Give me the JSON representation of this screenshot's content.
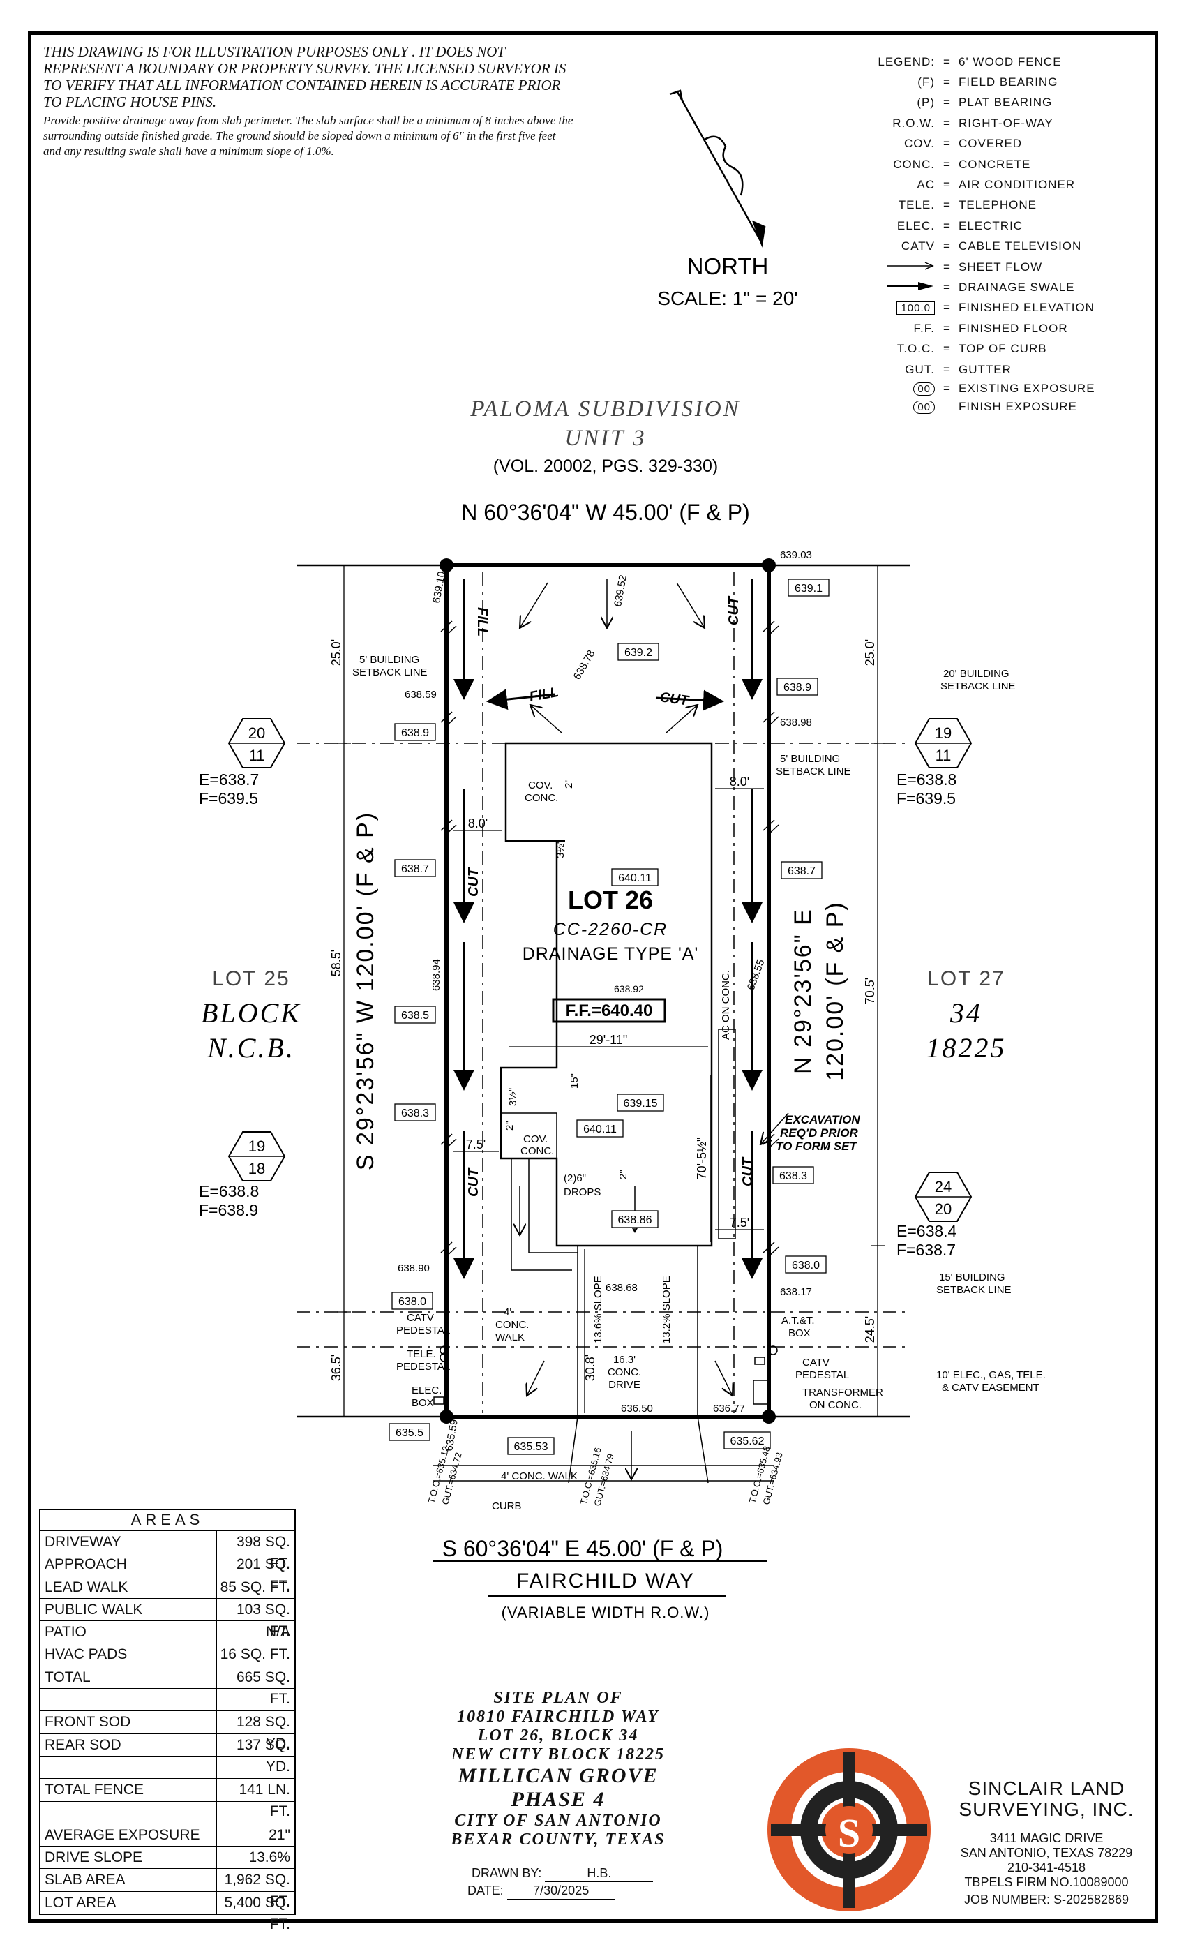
{
  "disclaimer": {
    "caps": "This drawing is for illustration purposes only . It does not represent a boundary or property survey. The licensed surveyor is to verify that all information contained herein is accurate prior to placing house pins.",
    "drainage": "Provide positive drainage away from slab perimeter. The slab surface shall be a minimum of 8 inches above the surrounding outside finished grade. The ground should be sloped down a minimum of 6\" in the first five feet and any resulting swale shall have a minimum slope of 1.0%."
  },
  "north": {
    "label": "NORTH",
    "scale": "SCALE: 1\" = 20'"
  },
  "legend": {
    "title": "LEGEND:",
    "items": [
      {
        "sym": "\\\\",
        "desc": "6' WOOD FENCE"
      },
      {
        "sym": "(F)",
        "desc": "FIELD BEARING"
      },
      {
        "sym": "(P)",
        "desc": "PLAT BEARING"
      },
      {
        "sym": "R.O.W.",
        "desc": "RIGHT-OF-WAY"
      },
      {
        "sym": "COV.",
        "desc": "COVERED"
      },
      {
        "sym": "CONC.",
        "desc": "CONCRETE"
      },
      {
        "sym": "AC",
        "desc": "AIR CONDITIONER"
      },
      {
        "sym": "TELE.",
        "desc": "TELEPHONE"
      },
      {
        "sym": "ELEC.",
        "desc": "ELECTRIC"
      },
      {
        "sym": "CATV",
        "desc": "CABLE TELEVISION"
      },
      {
        "sym": "",
        "desc": "SHEET FLOW"
      },
      {
        "sym": "",
        "desc": "DRAINAGE SWALE"
      },
      {
        "sym": "100.0",
        "desc": "FINISHED ELEVATION"
      },
      {
        "sym": "F.F.",
        "desc": "FINISHED FLOOR"
      },
      {
        "sym": "T.O.C.",
        "desc": "TOP OF CURB"
      },
      {
        "sym": "GUT.",
        "desc": "GUTTER"
      },
      {
        "sym": "00",
        "desc": "EXISTING EXPOSURE"
      },
      {
        "sym": "00",
        "desc": "FINISH EXPOSURE"
      }
    ]
  },
  "subdivision": {
    "name": "PALOMA SUBDIVISION",
    "unit": "UNIT 3",
    "ref": "(VOL. 20002, PGS. 329-330)"
  },
  "bearings": {
    "north": "N 60°36'04\" W 45.00' (F & P)",
    "south": "S 60°36'04\" E 45.00' (F & P)",
    "west": "S 29°23'56\" W 120.00' (F & P)",
    "east_1": "N 29°23'56\" E",
    "east_2": "120.00' (F & P)"
  },
  "lot": {
    "name": "LOT 26",
    "code": "CC-2260-CR",
    "drainage": "DRAINAGE TYPE 'A'",
    "ff": "F.F.=640.40",
    "ff_pt": "638.92"
  },
  "neighbors": {
    "left_lot": "LOT 25",
    "left_block": "BLOCK",
    "left_ncb": "N.C.B.",
    "right_lot": "LOT 27",
    "right_block": "34",
    "right_ncb": "18225"
  },
  "exposures": [
    {
      "top": "20",
      "bottom": "11",
      "e": "E=638.7",
      "f": "F=639.5"
    },
    {
      "top": "19",
      "bottom": "11",
      "e": "E=638.8",
      "f": "F=639.5"
    },
    {
      "top": "19",
      "bottom": "18",
      "e": "E=638.8",
      "f": "F=638.9"
    },
    {
      "top": "24",
      "bottom": "20",
      "e": "E=638.4",
      "f": "F=638.7"
    }
  ],
  "elevations_boxed": [
    "639.1",
    "639.2",
    "638.9",
    "638.9",
    "638.7",
    "638.7",
    "640.11",
    "638.5",
    "638.3",
    "639.15",
    "640.11",
    "638.86",
    "638.3",
    "638.0",
    "638.0",
    "635.5",
    "635.53",
    "635.62"
  ],
  "elevations_plain": [
    "639.03",
    "639.10",
    "639.52",
    "638.78",
    "638.59",
    "638.98",
    "638.94",
    "638.55",
    "638.90",
    "638.68",
    "638.17",
    "636.50",
    "636.77",
    "635.59"
  ],
  "labels": {
    "bsl5_left": "5' BUILDING",
    "bsl5_left2": "SETBACK LINE",
    "bsl20": "20' BUILDING",
    "bsl20b": "SETBACK LINE",
    "bsl5_right": "5' BUILDING",
    "bsl5_right2": "SETBACK LINE",
    "bsl15": "15' BUILDING",
    "bsl15b": "SETBACK LINE",
    "easement1": "10' ELEC., GAS, TELE.",
    "easement2": "& CATV EASEMENT",
    "cov1": "COV.",
    "conc1": "CONC.",
    "cov2": "COV.",
    "conc2": "CONC.",
    "drops1": "(2)6\"",
    "drops2": "DROPS",
    "ac": "AC ON CONC.",
    "excav1": "EXCAVATION",
    "excav2": "REQ'D PRIOR",
    "excav3": "TO FORM SET",
    "catv_l1": "CATV",
    "catv_l2": "PEDESTAL",
    "tele1": "TELE.",
    "tele2": "PEDESTAL",
    "elec1": "ELEC.",
    "elec2": "BOX",
    "walk1": "4'",
    "walk2": "CONC.",
    "walk3": "WALK",
    "att1": "A.T.&T.",
    "att2": "BOX",
    "catv_r1": "CATV",
    "catv_r2": "PEDESTAL",
    "trans1": "TRANSFORMER",
    "trans2": "ON CONC.",
    "drive1": "16.3'",
    "drive2": "CONC.",
    "drive3": "DRIVE",
    "slope1": "13.6% SLOPE",
    "slope2": "13.2% SLOPE",
    "front_walk": "4' CONC. WALK",
    "curb": "CURB",
    "fill": "FILL",
    "cut": "CUT",
    "street": "FAIRCHILD WAY",
    "row": "(VARIABLE WIDTH R.O.W.)",
    "toc_l": "T.O.C.=635.12",
    "gut_l": "GUT.=634.72",
    "toc_m": "T.O.C.=635.16",
    "gut_m": "GUT.=634.79",
    "toc_r": "T.O.C.=635.48",
    "gut_r": "GUT.=634.93"
  },
  "dims": {
    "left_25": "25.0'",
    "left_585": "58.5'",
    "left_365": "36.5'",
    "right_25": "25.0'",
    "right_705": "70.5'",
    "right_245": "24.5'",
    "w_8a": "8.0'",
    "w_8b": "8.0'",
    "w_75a": "7.5'",
    "w_75b": "7.5'",
    "house_w": "29'-11\"",
    "house_d": "70'-5½\"",
    "drive_d": "30.8'",
    "d_2a": "2\"",
    "d_2b": "2\"",
    "d_2c": "2\"",
    "d_15": "15\"",
    "d_35a": "3½\"",
    "d_35b": "3½\""
  },
  "areas": {
    "title": "AREAS",
    "rows": [
      {
        "k": "DRIVEWAY",
        "v": "398 SQ. FT."
      },
      {
        "k": "APPROACH",
        "v": "201 SQ. FT."
      },
      {
        "k": "LEAD WALK",
        "v": "85 SQ. FT."
      },
      {
        "k": "PUBLIC WALK",
        "v": "103 SQ. FT."
      },
      {
        "k": "PATIO",
        "v": "N/A"
      },
      {
        "k": "HVAC PADS",
        "v": "16 SQ. FT."
      },
      {
        "k": "TOTAL",
        "v": "665 SQ. FT."
      },
      {
        "k": "",
        "v": ""
      },
      {
        "k": "FRONT SOD",
        "v": "128 SQ. YD."
      },
      {
        "k": "REAR SOD",
        "v": "137 SQ. YD."
      },
      {
        "k": "",
        "v": ""
      },
      {
        "k": "TOTAL FENCE",
        "v": "141 LN. FT."
      },
      {
        "k": "",
        "v": ""
      },
      {
        "k": "AVERAGE EXPOSURE",
        "v": "21\""
      },
      {
        "k": "DRIVE SLOPE",
        "v": "13.6%"
      },
      {
        "k": "SLAB AREA",
        "v": "1,962 SQ. FT."
      },
      {
        "k": "LOT AREA",
        "v": "5,400 SQ. FT."
      }
    ]
  },
  "title_block": {
    "l1": "SITE PLAN OF",
    "l2": "10810 FAIRCHILD WAY",
    "l3": "LOT 26, BLOCK 34",
    "l4": "NEW CITY BLOCK 18225",
    "l5": "MILLICAN GROVE",
    "l6": "PHASE 4",
    "l7": "CITY OF SAN ANTONIO",
    "l8": "BEXAR COUNTY, TEXAS"
  },
  "drawn": {
    "by_label": "DRAWN BY:",
    "by": "H.B.",
    "date_label": "DATE:",
    "date": "7/30/2025"
  },
  "company": {
    "name1": "SINCLAIR LAND",
    "name2": "SURVEYING, INC.",
    "addr1": "3411 MAGIC DRIVE",
    "addr2": "SAN ANTONIO, TEXAS 78229",
    "phone": "210-341-4518",
    "firm": "TBPELS FIRM NO.10089000",
    "job": "JOB NUMBER:  S-202582869"
  },
  "colors": {
    "logo_orange": "#e2582a",
    "logo_dark": "#222222"
  }
}
